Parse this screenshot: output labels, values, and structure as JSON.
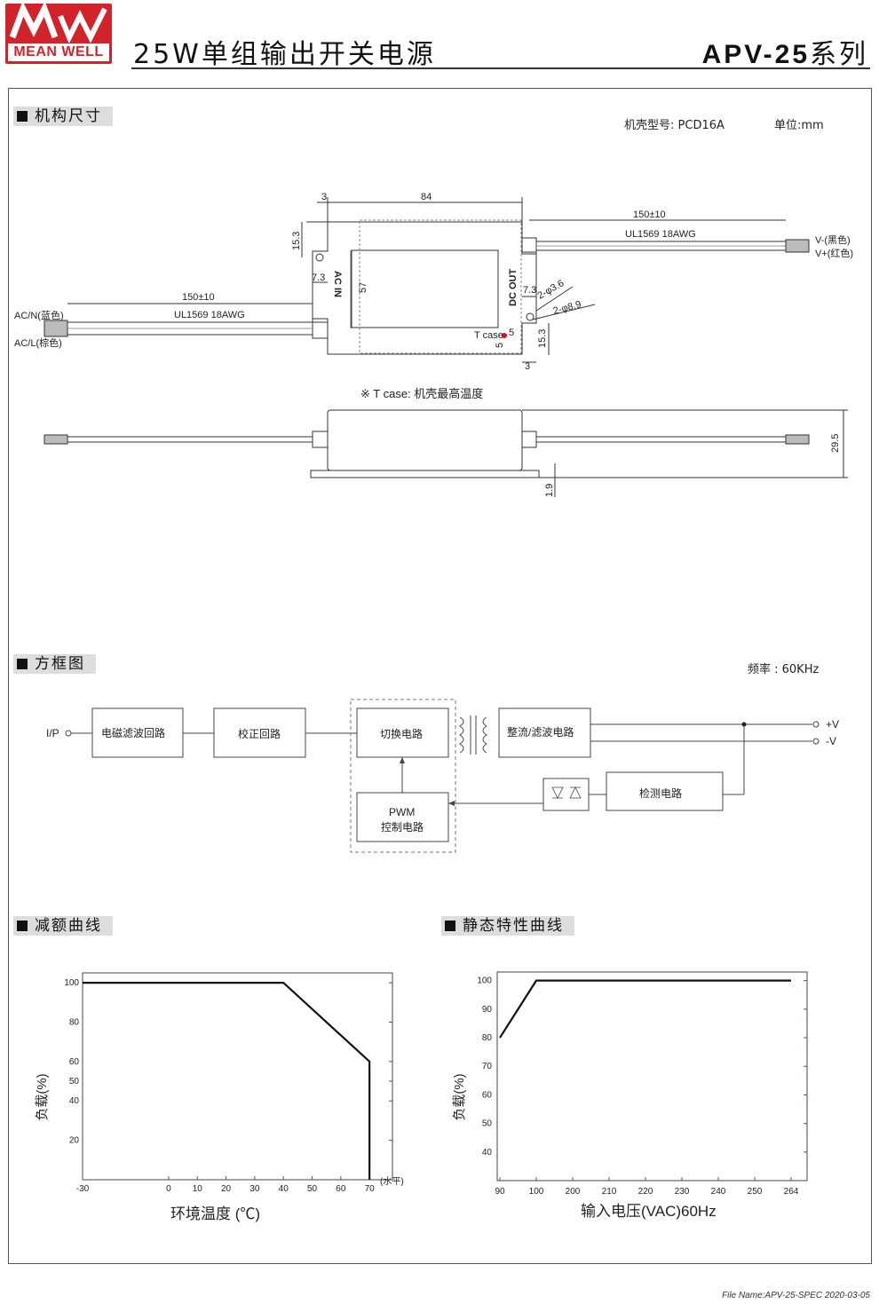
{
  "header": {
    "brand": "MEAN WELL",
    "title": "25W单组输出开关电源",
    "model": "APV-25",
    "model_suffix": "系列"
  },
  "mechanical": {
    "section_title": "机构尺寸",
    "case_no_label": "机壳型号:",
    "case_no": "PCD16A",
    "unit_label": "单位:mm",
    "dims": {
      "d84": "84",
      "d3_top": "3",
      "d153_left": "15.3",
      "d73_left": "7.3",
      "d57": "57",
      "d150_right": "150±10",
      "d150_left": "150±10",
      "d73_right": "7.3",
      "phi36": "2-φ3.6",
      "phi89": "2-φ8.9",
      "d5a": "5",
      "d5b": "5",
      "d153_right": "15.3",
      "d3_bottom": "3",
      "d295": "29.5",
      "d19": "1.9"
    },
    "wire_right": "UL1569 18AWG",
    "wire_left": "UL1569 18AWG",
    "v_minus": "V-(黑色)",
    "v_plus": "V+(红色)",
    "acn": "AC/N(蓝色)",
    "acl": "AC/L(棕色)",
    "ac_in": "AC IN",
    "dc_out": "DC OUT",
    "tcase_label": "T case",
    "tcase_note": "※ T case: 机壳最高温度"
  },
  "block": {
    "section_title": "方框图",
    "freq": "频率 : 60KHz",
    "ip": "I/P",
    "emi": "电磁滤波回路",
    "pfc": "校正回路",
    "switch": "切换电路",
    "rect": "整流/滤波电路",
    "detect": "检测电路",
    "pwm1": "PWM",
    "pwm2": "控制电路",
    "vplus": "+V",
    "vminus": "-V"
  },
  "derating": {
    "section_title": "减额曲线",
    "ylabel": "负载(%)",
    "xlabel": "环境温度 (℃)",
    "x_unit": "(水平)"
  },
  "static": {
    "section_title": "静态特性曲线",
    "ylabel": "负载(%)",
    "xlabel": "输入电压(VAC)60Hz"
  },
  "chart_data": [
    {
      "type": "line",
      "x": [
        -30,
        40,
        70,
        70
      ],
      "y": [
        100,
        100,
        60,
        0
      ],
      "xticks": [
        "-30",
        "0",
        "10",
        "20",
        "30",
        "40",
        "50",
        "60",
        "70"
      ],
      "yticks": [
        "20",
        "40",
        "50",
        "60",
        "80",
        "100"
      ],
      "xlim": [
        -30,
        78
      ],
      "ylim": [
        0,
        105
      ],
      "xlabel": "环境温度 (℃)",
      "ylabel": "负载(%)",
      "grid": false
    },
    {
      "type": "line",
      "x": [
        90,
        100,
        264
      ],
      "y": [
        80,
        100,
        100
      ],
      "xticks": [
        "90",
        "100",
        "200",
        "210",
        "220",
        "230",
        "240",
        "250",
        "264"
      ],
      "yticks": [
        "40",
        "50",
        "60",
        "70",
        "80",
        "90",
        "100"
      ],
      "ylim": [
        30,
        103
      ],
      "xlabel": "输入电压(VAC)60Hz",
      "ylabel": "负载(%)",
      "grid": false
    }
  ],
  "footer": "File Name:APV-25-SPEC   2020-03-05",
  "colors": {
    "brand_red": "#d2232a",
    "section_bg": "#dddddd",
    "tcase_dot": "#e01010"
  }
}
